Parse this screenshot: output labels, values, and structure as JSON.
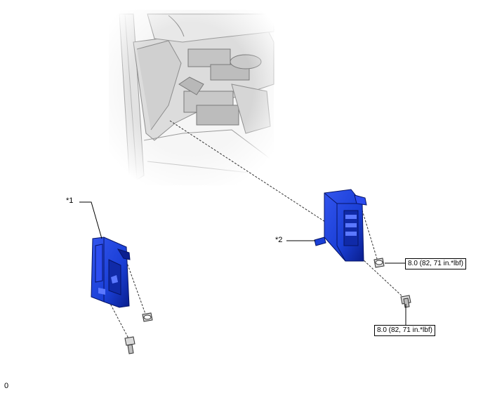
{
  "callouts": {
    "part1": "*1",
    "part2": "*2"
  },
  "torque": {
    "upper_nut": "8.0 (82, 71 in.*lbf)",
    "lower_bolt": "8.0 (82, 71 in.*lbf)"
  },
  "footer": {
    "mark": "0"
  },
  "colors": {
    "part_blue": "#1a3fd6",
    "part_dark": "#0a1e8c",
    "line": "#000000",
    "dash_line": "#333333",
    "vehicle_grey": "#cfcfcf"
  }
}
